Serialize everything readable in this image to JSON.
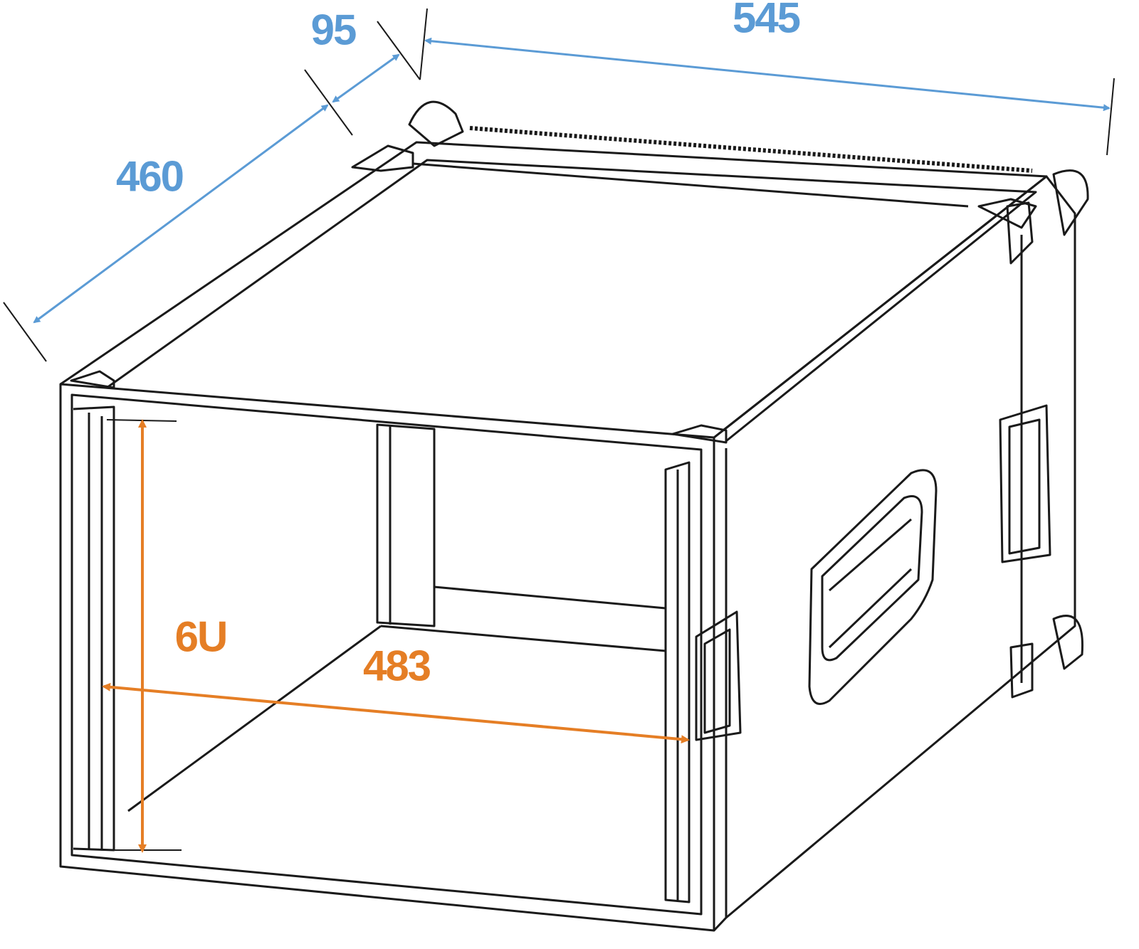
{
  "colors": {
    "dimension_blue": "#5b9bd5",
    "dimension_orange": "#e57e25",
    "line": "#1a1a1a"
  },
  "dimensions": {
    "depth_total": "460",
    "lid_depth": "95",
    "width": "545",
    "rack_height": "6U",
    "rack_width": "483"
  }
}
